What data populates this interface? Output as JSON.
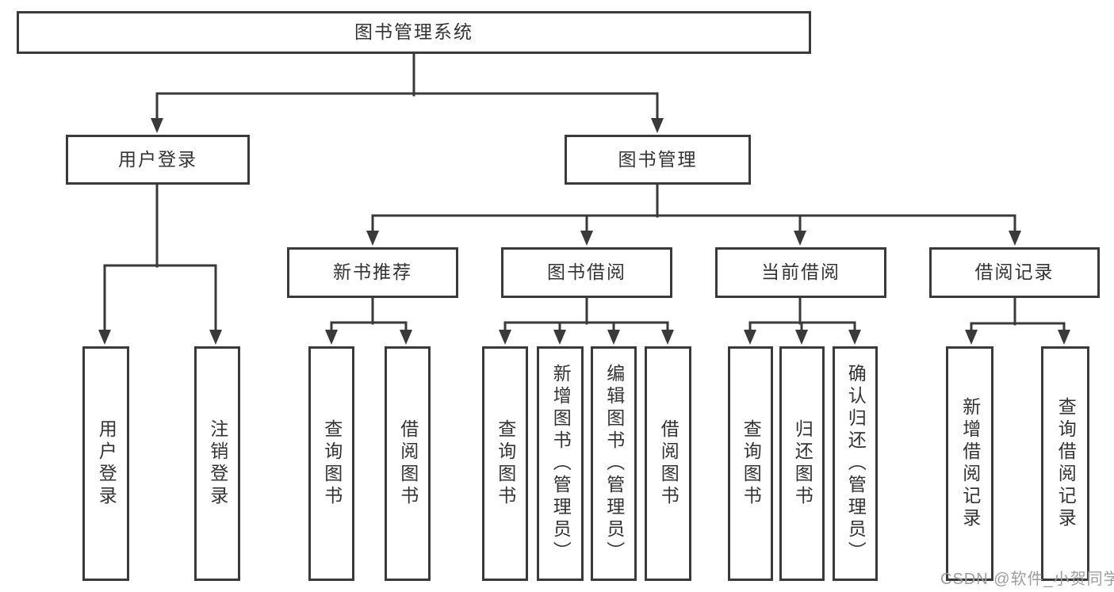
{
  "diagram": {
    "tree": {
      "label": "图书管理系统",
      "children": [
        {
          "label": "用户登录",
          "children": [
            {
              "label": "用户登录"
            },
            {
              "label": "注销登录"
            }
          ]
        },
        {
          "label": "图书管理",
          "children": [
            {
              "label": "新书推荐",
              "children": [
                {
                  "label": "查询图书"
                },
                {
                  "label": "借阅图书"
                }
              ]
            },
            {
              "label": "图书借阅",
              "children": [
                {
                  "label": "查询图书"
                },
                {
                  "label": "新增图书（管理员）"
                },
                {
                  "label": "编辑图书（管理员）"
                },
                {
                  "label": "借阅图书"
                }
              ]
            },
            {
              "label": "当前借阅",
              "children": [
                {
                  "label": "查询图书"
                },
                {
                  "label": "归还图书"
                },
                {
                  "label": "确认归还（管理员）"
                }
              ]
            },
            {
              "label": "借阅记录",
              "children": [
                {
                  "label": "新增借阅记录"
                },
                {
                  "label": "查询借阅记录"
                }
              ]
            }
          ]
        }
      ]
    },
    "watermark": "CSDN @软件_小贺同学",
    "colors": {
      "line": "#3a3a3a",
      "box_border": "#3a3a3a",
      "text": "#333333",
      "background": "#ffffff",
      "watermark": "#9d9d9d"
    }
  }
}
